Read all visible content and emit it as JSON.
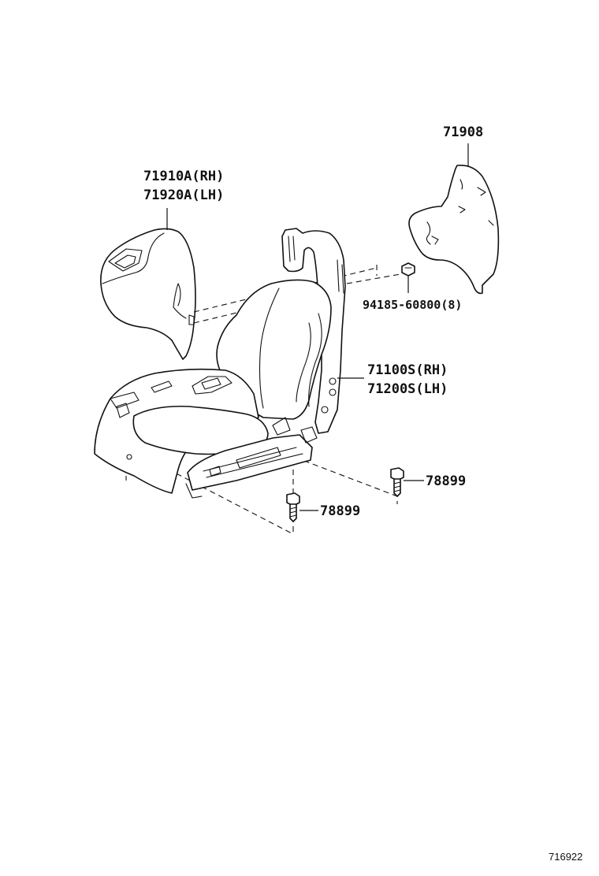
{
  "diagram": {
    "reference_number": "716922",
    "parts": [
      {
        "id": "seat_back_cover",
        "label": "71908"
      },
      {
        "id": "headrest_cover_rh",
        "label": "71910A(RH)"
      },
      {
        "id": "headrest_cover_lh",
        "label": "71920A(LH)"
      },
      {
        "id": "clip",
        "label": "94185-60800(8)"
      },
      {
        "id": "seat_assy_rh",
        "label": "71100S(RH)"
      },
      {
        "id": "seat_assy_lh",
        "label": "71200S(LH)"
      },
      {
        "id": "bolt_right",
        "label": "78899"
      },
      {
        "id": "bolt_left",
        "label": "78899"
      }
    ]
  }
}
